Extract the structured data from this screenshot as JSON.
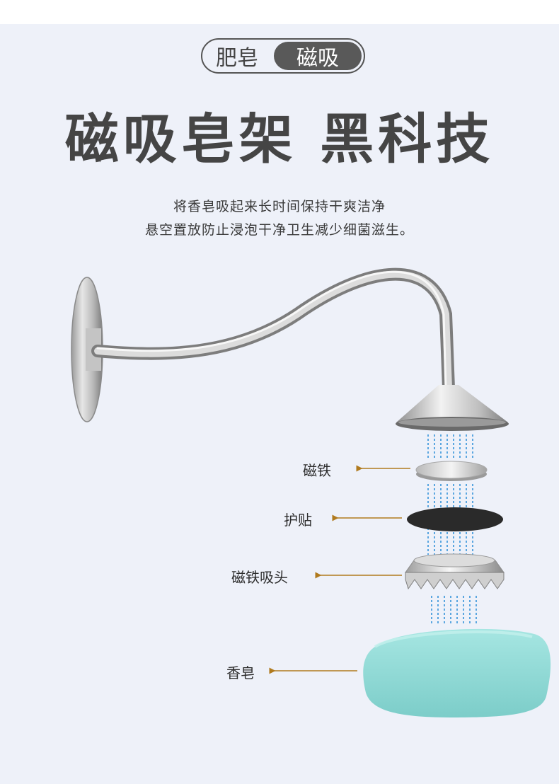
{
  "tabs": {
    "left": "肥皂",
    "right": "磁吸"
  },
  "headline": "磁吸皂架 黑科技",
  "subtitle": {
    "line1": "将香皂吸起来长时间保持干爽洁净",
    "line2": "悬空置放防止浸泡干净卫生减少细菌滋生。"
  },
  "parts": {
    "magnet": "磁铁",
    "pad": "护贴",
    "magnet_head": "磁铁吸头",
    "soap": "香皂"
  },
  "colors": {
    "panel_bg": "#eef1f9",
    "soap": "#8fdad6",
    "arrow": "#b07a1e",
    "beam": "#5aa6e0",
    "active_tab": "#595959"
  }
}
